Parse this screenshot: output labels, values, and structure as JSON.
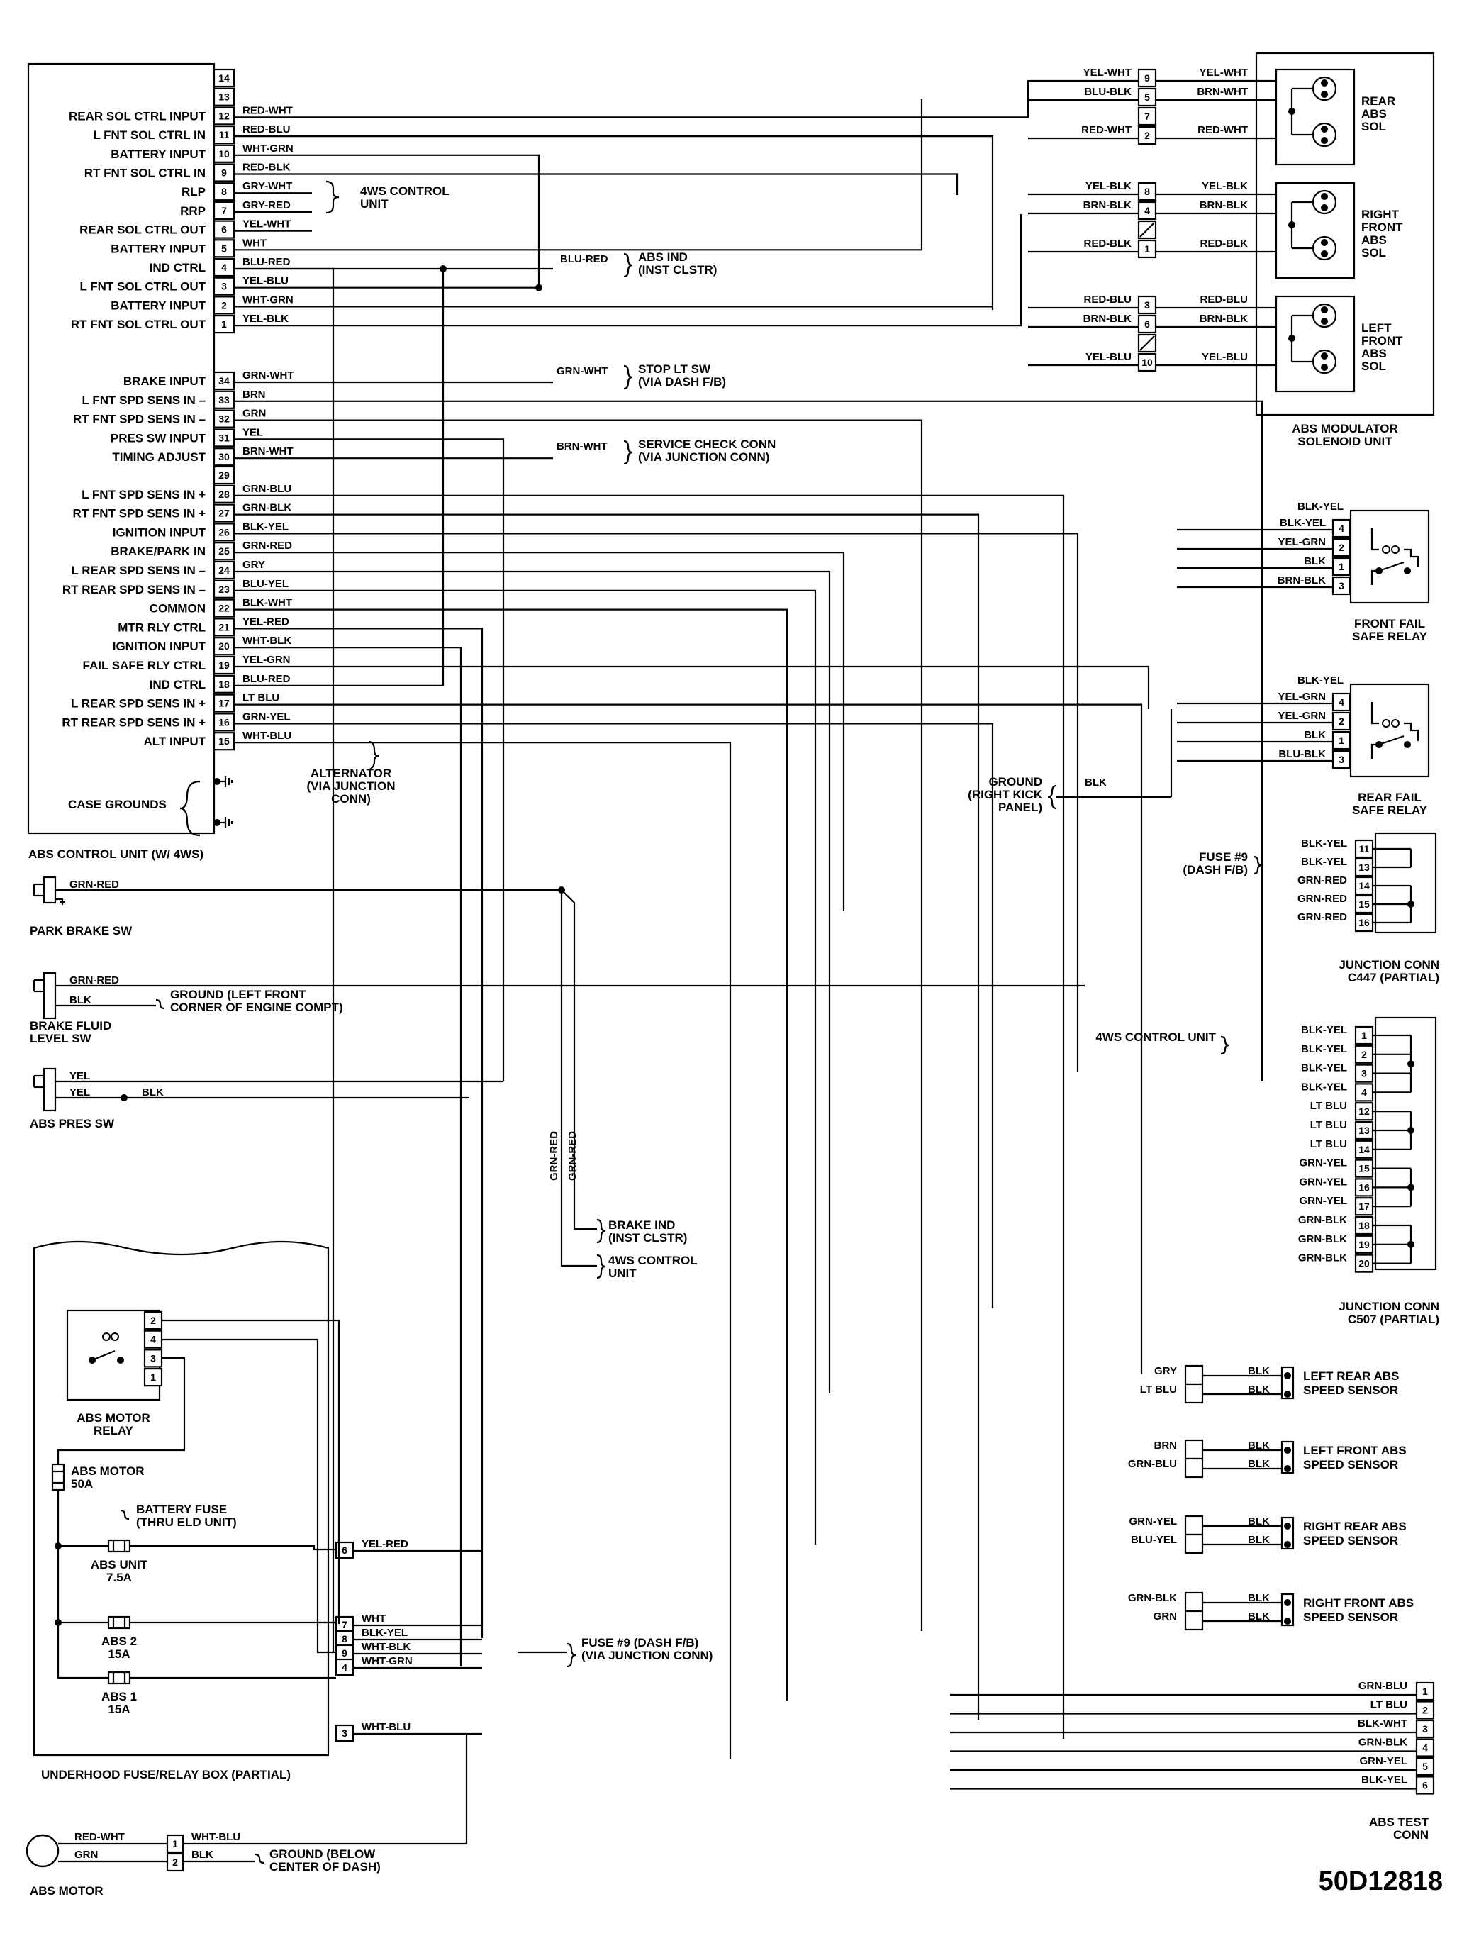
{
  "figure_id": "50D12818",
  "ecu": {
    "name": "ABS CONTROL UNIT (W/ 4WS)",
    "case_grounds": "CASE GROUNDS",
    "pins": [
      {
        "pin": "14",
        "label": "",
        "wire": ""
      },
      {
        "pin": "13",
        "label": "",
        "wire": ""
      },
      {
        "pin": "12",
        "label": "REAR SOL CTRL INPUT",
        "wire": "RED-WHT"
      },
      {
        "pin": "11",
        "label": "L FNT SOL CTRL IN",
        "wire": "RED-BLU"
      },
      {
        "pin": "10",
        "label": "BATTERY INPUT",
        "wire": "WHT-GRN"
      },
      {
        "pin": "9",
        "label": "RT FNT SOL CTRL IN",
        "wire": "RED-BLK"
      },
      {
        "pin": "8",
        "label": "RLP",
        "wire": "GRY-WHT"
      },
      {
        "pin": "7",
        "label": "RRP",
        "wire": "GRY-RED"
      },
      {
        "pin": "6",
        "label": "REAR SOL CTRL OUT",
        "wire": "YEL-WHT"
      },
      {
        "pin": "5",
        "label": "BATTERY INPUT",
        "wire": "WHT"
      },
      {
        "pin": "4",
        "label": "IND CTRL",
        "wire": "BLU-RED"
      },
      {
        "pin": "3",
        "label": "L FNT SOL CTRL OUT",
        "wire": "YEL-BLU"
      },
      {
        "pin": "2",
        "label": "BATTERY INPUT",
        "wire": "WHT-GRN"
      },
      {
        "pin": "1",
        "label": "RT FNT SOL CTRL OUT",
        "wire": "YEL-BLK"
      },
      {
        "pin": "34",
        "label": "BRAKE INPUT",
        "wire": "GRN-WHT"
      },
      {
        "pin": "33",
        "label": "L FNT SPD SENS IN –",
        "wire": "BRN"
      },
      {
        "pin": "32",
        "label": "RT FNT SPD SENS IN –",
        "wire": "GRN"
      },
      {
        "pin": "31",
        "label": "PRES SW INPUT",
        "wire": "YEL"
      },
      {
        "pin": "30",
        "label": "TIMING ADJUST",
        "wire": "BRN-WHT"
      },
      {
        "pin": "29",
        "label": "",
        "wire": ""
      },
      {
        "pin": "28",
        "label": "L FNT SPD SENS IN +",
        "wire": "GRN-BLU"
      },
      {
        "pin": "27",
        "label": "RT FNT SPD SENS IN +",
        "wire": "GRN-BLK"
      },
      {
        "pin": "26",
        "label": "IGNITION INPUT",
        "wire": "BLK-YEL"
      },
      {
        "pin": "25",
        "label": "BRAKE/PARK IN",
        "wire": "GRN-RED"
      },
      {
        "pin": "24",
        "label": "L REAR SPD SENS IN –",
        "wire": "GRY"
      },
      {
        "pin": "23",
        "label": "RT REAR SPD SENS IN –",
        "wire": "BLU-YEL"
      },
      {
        "pin": "22",
        "label": "COMMON",
        "wire": "BLK-WHT"
      },
      {
        "pin": "21",
        "label": "MTR RLY CTRL",
        "wire": "YEL-RED"
      },
      {
        "pin": "20",
        "label": "IGNITION INPUT",
        "wire": "WHT-BLK"
      },
      {
        "pin": "19",
        "label": "FAIL SAFE RLY CTRL",
        "wire": "YEL-GRN"
      },
      {
        "pin": "18",
        "label": "IND CTRL",
        "wire": "BLU-RED"
      },
      {
        "pin": "17",
        "label": "L REAR SPD SENS IN +",
        "wire": "LT BLU"
      },
      {
        "pin": "16",
        "label": "RT REAR SPD SENS IN +",
        "wire": "GRN-YEL"
      },
      {
        "pin": "15",
        "label": "ALT INPUT",
        "wire": "WHT-BLU"
      }
    ]
  },
  "ecu_notes": [
    {
      "text": "4WS CONTROL"
    },
    {
      "text": "UNIT"
    },
    {
      "text": "BLU-RED"
    },
    {
      "text": "ABS IND"
    },
    {
      "text": "(INST CLSTR)"
    },
    {
      "text": "GRN-WHT"
    },
    {
      "text": "STOP LT SW"
    },
    {
      "text": "(VIA DASH F/B)"
    },
    {
      "text": "BRN-WHT"
    },
    {
      "text": "SERVICE CHECK CONN"
    },
    {
      "text": "(VIA JUNCTION CONN)"
    },
    {
      "text": "ALTERNATOR"
    },
    {
      "text": "(VIA JUNCTION"
    },
    {
      "text": "CONN)"
    }
  ],
  "modulator": {
    "name_line1": "ABS MODULATOR",
    "name_line2": "SOLENOID UNIT",
    "solenoids": [
      {
        "name": [
          "REAR",
          "ABS",
          "SOL"
        ],
        "pins": [
          {
            "pin": "9",
            "left": "YEL-WHT",
            "right": "YEL-WHT"
          },
          {
            "pin": "5",
            "left": "BLU-BLK",
            "right": "BRN-WHT"
          },
          {
            "pin": "7",
            "left": "",
            "right": ""
          },
          {
            "pin": "2",
            "left": "RED-WHT",
            "right": "RED-WHT"
          }
        ]
      },
      {
        "name": [
          "RIGHT",
          "FRONT",
          "ABS",
          "SOL"
        ],
        "pins": [
          {
            "pin": "8",
            "left": "YEL-BLK",
            "right": "YEL-BLK"
          },
          {
            "pin": "4",
            "left": "BRN-BLK",
            "right": "BRN-BLK"
          },
          {
            "pin": "",
            "left": "",
            "right": ""
          },
          {
            "pin": "1",
            "left": "RED-BLK",
            "right": "RED-BLK"
          }
        ]
      },
      {
        "name": [
          "LEFT",
          "FRONT",
          "ABS",
          "SOL"
        ],
        "pins": [
          {
            "pin": "3",
            "left": "RED-BLU",
            "right": "RED-BLU"
          },
          {
            "pin": "6",
            "left": "BRN-BLK",
            "right": "BRN-BLK"
          },
          {
            "pin": "",
            "left": "",
            "right": ""
          },
          {
            "pin": "10",
            "left": "YEL-BLU",
            "right": "YEL-BLU"
          }
        ]
      }
    ]
  },
  "relays": [
    {
      "name": [
        "FRONT FAIL",
        "SAFE RELAY"
      ],
      "pins": [
        {
          "pin": "4",
          "wire": "BLK-YEL"
        },
        {
          "pin": "2",
          "wire": "YEL-GRN"
        },
        {
          "pin": "1",
          "wire": "BLK"
        },
        {
          "pin": "3",
          "wire": "BRN-BLK"
        }
      ],
      "top_wire": "BLK-YEL"
    },
    {
      "name": [
        "REAR FAIL",
        "SAFE RELAY"
      ],
      "pins": [
        {
          "pin": "4",
          "wire": "YEL-GRN"
        },
        {
          "pin": "2",
          "wire": "YEL-GRN"
        },
        {
          "pin": "1",
          "wire": "BLK"
        },
        {
          "pin": "3",
          "wire": "BLU-BLK"
        }
      ],
      "top_wire": "BLK-YEL"
    }
  ],
  "ground_kick": {
    "lines": [
      "GROUND",
      "(RIGHT KICK",
      "PANEL)"
    ],
    "wire": "BLK"
  },
  "c447": {
    "name_line1": "JUNCTION CONN",
    "name_line2": "C447 (PARTIAL)",
    "fuse_label": [
      "FUSE #9",
      "(DASH F/B)"
    ],
    "pins": [
      {
        "pin": "11",
        "wire": "BLK-YEL"
      },
      {
        "pin": "13",
        "wire": "BLK-YEL"
      },
      {
        "pin": "14",
        "wire": "GRN-RED"
      },
      {
        "pin": "15",
        "wire": "GRN-RED"
      },
      {
        "pin": "16",
        "wire": "GRN-RED"
      }
    ]
  },
  "c507": {
    "name_line1": "JUNCTION CONN",
    "name_line2": "C507 (PARTIAL)",
    "unit_label": "4WS CONTROL UNIT",
    "pins": [
      {
        "pin": "1",
        "wire": "BLK-YEL"
      },
      {
        "pin": "2",
        "wire": "BLK-YEL"
      },
      {
        "pin": "3",
        "wire": "BLK-YEL"
      },
      {
        "pin": "4",
        "wire": "BLK-YEL"
      },
      {
        "pin": "12",
        "wire": "LT BLU"
      },
      {
        "pin": "13",
        "wire": "LT BLU"
      },
      {
        "pin": "14",
        "wire": "LT BLU"
      },
      {
        "pin": "15",
        "wire": "GRN-YEL"
      },
      {
        "pin": "16",
        "wire": "GRN-YEL"
      },
      {
        "pin": "17",
        "wire": "GRN-YEL"
      },
      {
        "pin": "18",
        "wire": "GRN-BLK"
      },
      {
        "pin": "19",
        "wire": "GRN-BLK"
      },
      {
        "pin": "20",
        "wire": "GRN-BLK"
      }
    ]
  },
  "sensors": [
    {
      "name": [
        "LEFT REAR ABS",
        "SPEED SENSOR"
      ],
      "w1": "GRY",
      "w2": "LT BLU",
      "g1": "BLK",
      "g2": "BLK"
    },
    {
      "name": [
        "LEFT FRONT ABS",
        "SPEED SENSOR"
      ],
      "w1": "BRN",
      "w2": "GRN-BLU",
      "g1": "BLK",
      "g2": "BLK"
    },
    {
      "name": [
        "RIGHT REAR ABS",
        "SPEED SENSOR"
      ],
      "w1": "GRN-YEL",
      "w2": "BLU-YEL",
      "g1": "BLK",
      "g2": "BLK"
    },
    {
      "name": [
        "RIGHT FRONT ABS",
        "SPEED SENSOR"
      ],
      "w1": "GRN-BLK",
      "w2": "GRN",
      "g1": "BLK",
      "g2": "BLK"
    }
  ],
  "test_conn": {
    "name_line1": "ABS TEST",
    "name_line2": "CONN",
    "pins": [
      {
        "pin": "1",
        "wire": "GRN-BLU"
      },
      {
        "pin": "2",
        "wire": "LT BLU"
      },
      {
        "pin": "3",
        "wire": "BLK-WHT"
      },
      {
        "pin": "4",
        "wire": "GRN-BLK"
      },
      {
        "pin": "5",
        "wire": "GRN-YEL"
      },
      {
        "pin": "6",
        "wire": "BLK-YEL"
      }
    ]
  },
  "left_switches": {
    "park_brake": {
      "name": "PARK BRAKE SW",
      "wire": "GRN-RED"
    },
    "brake_fluid": {
      "name_line1": "BRAKE FLUID",
      "name_line2": "LEVEL SW",
      "w1": "GRN-RED",
      "w2": "BLK",
      "gnd_line1": "GROUND (LEFT FRONT",
      "gnd_line2": "CORNER OF ENGINE COMPT)"
    },
    "abs_pres": {
      "name": "ABS PRES SW",
      "w1": "YEL",
      "w2": "YEL",
      "w3": "BLK"
    }
  },
  "mid_notes": {
    "vert1": "GRN-RED",
    "vert2": "GRN-RED",
    "brake_ind": [
      "BRAKE IND",
      "(INST CLSTR)"
    ],
    "ws_unit": [
      "4WS CONTROL",
      "UNIT"
    ]
  },
  "fusebox": {
    "name": "UNDERHOOD FUSE/RELAY BOX (PARTIAL)",
    "relay_name": [
      "ABS MOTOR",
      "RELAY"
    ],
    "relay_pins": [
      "2",
      "4",
      "3",
      "1"
    ],
    "fuses": [
      {
        "name": "ABS MOTOR",
        "rating": "50A"
      },
      {
        "name": "ABS UNIT",
        "rating": "7.5A"
      },
      {
        "name": "ABS 2",
        "rating": "15A"
      },
      {
        "name": "ABS 1",
        "rating": "15A"
      }
    ],
    "battery_fuse": [
      "BATTERY FUSE",
      "(THRU ELD UNIT)"
    ],
    "out_pins": [
      {
        "pin": "6",
        "wire": "YEL-RED"
      },
      {
        "pin": "7",
        "wire": "WHT"
      },
      {
        "pin": "8",
        "wire": "BLK-YEL"
      },
      {
        "pin": "9",
        "wire": "WHT-BLK"
      },
      {
        "pin": "4",
        "wire": "WHT-GRN"
      },
      {
        "pin": "3",
        "wire": "WHT-BLU"
      }
    ],
    "fuse9": [
      "FUSE #9 (DASH F/B)",
      "(VIA JUNCTION CONN)"
    ]
  },
  "abs_motor": {
    "name": "ABS MOTOR",
    "w1": "RED-WHT",
    "w2": "GRN",
    "w3": "WHT-BLU",
    "w4": "BLK",
    "pins": [
      "1",
      "2"
    ],
    "gnd": [
      "GROUND (BELOW",
      "CENTER OF DASH)"
    ]
  }
}
